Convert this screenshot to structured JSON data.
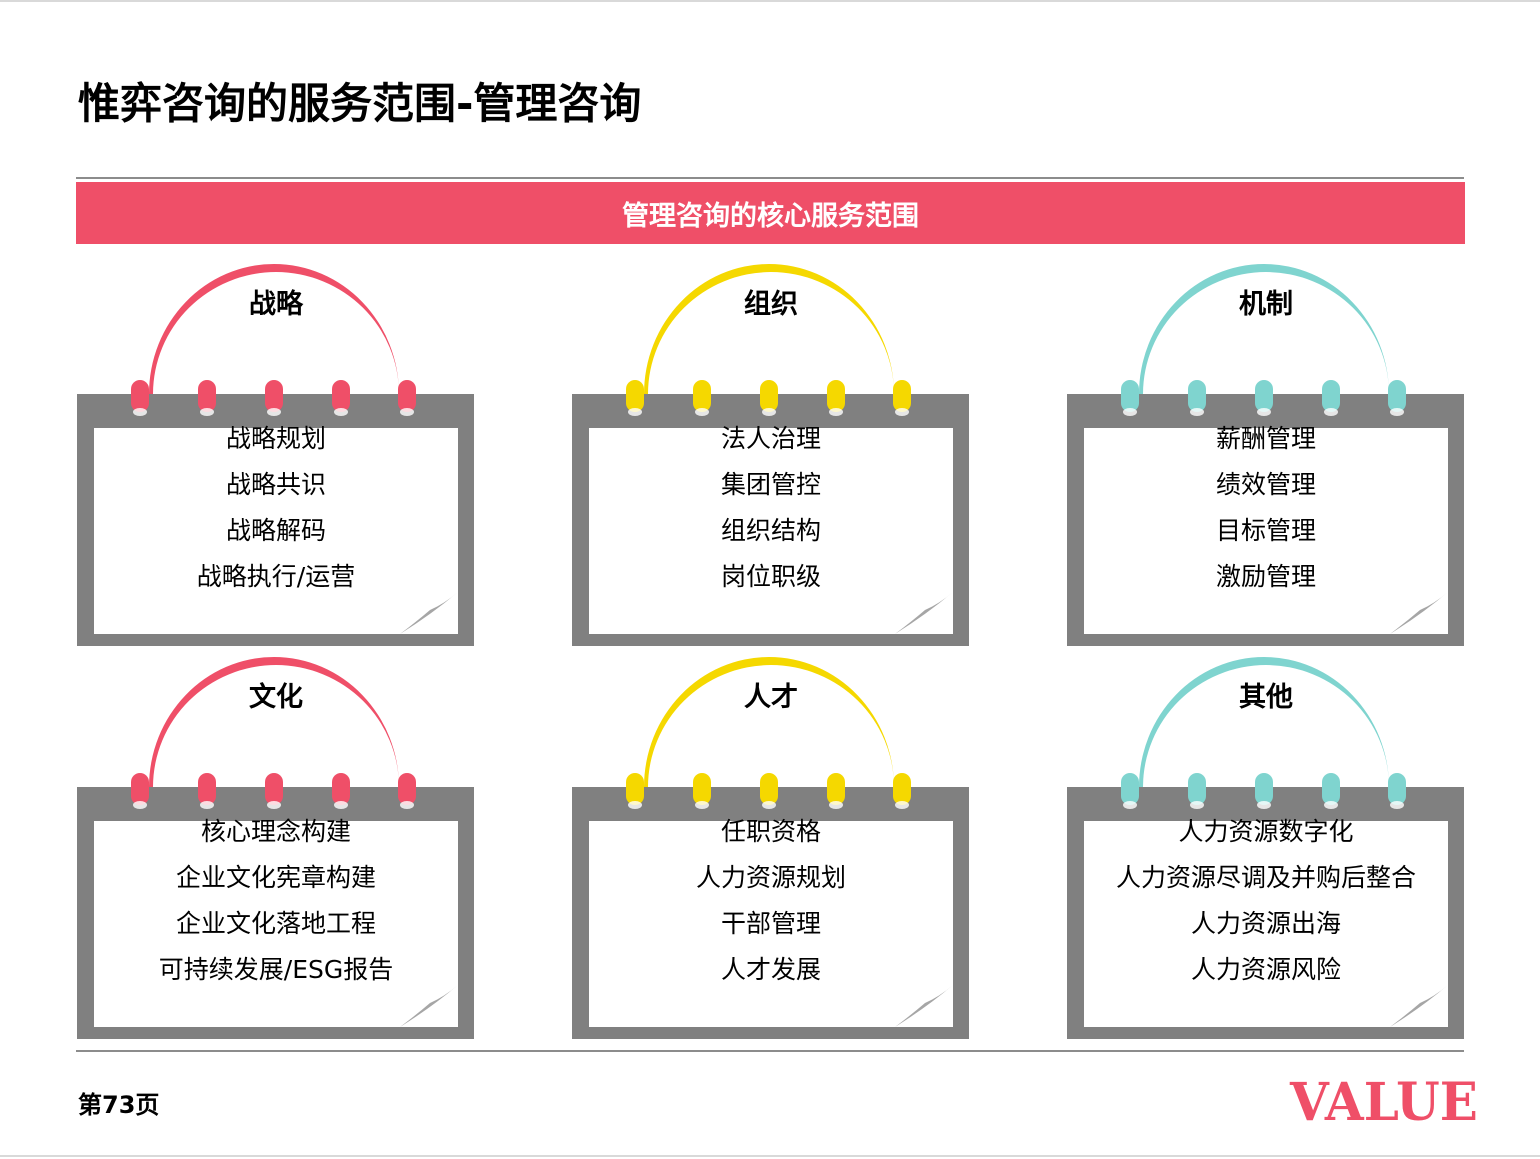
{
  "title": "惟弈咨询的服务范围-管理咨询",
  "banner": "管理咨询的核心服务范围",
  "cards": [
    {
      "title": "战略",
      "color": "#ef4f68",
      "items": [
        "战略规划",
        "战略共识",
        "战略解码",
        "战略执行/运营"
      ]
    },
    {
      "title": "组织",
      "color": "#f5d800",
      "items": [
        "法人治理",
        "集团管控",
        "组织结构",
        "岗位职级"
      ]
    },
    {
      "title": "机制",
      "color": "#7fd4cf",
      "items": [
        "薪酬管理",
        "绩效管理",
        "目标管理",
        "激励管理"
      ]
    },
    {
      "title": "文化",
      "color": "#ef4f68",
      "items": [
        "核心理念构建",
        "企业文化宪章构建",
        "企业文化落地工程",
        "可持续发展/ESG报告"
      ]
    },
    {
      "title": "人才",
      "color": "#f5d800",
      "items": [
        "任职资格",
        "人力资源规划",
        "干部管理",
        "人才发展"
      ]
    },
    {
      "title": "其他",
      "color": "#7fd4cf",
      "items": [
        "人力资源数字化",
        "人力资源尽调及并购后整合",
        "人力资源出海",
        "人力资源风险"
      ]
    }
  ],
  "footer": {
    "page": "第73页",
    "brand": "VALUE"
  },
  "colors": {
    "accent": "#ef4f68",
    "frame": "#808080",
    "curl": "#a6a6a6"
  }
}
